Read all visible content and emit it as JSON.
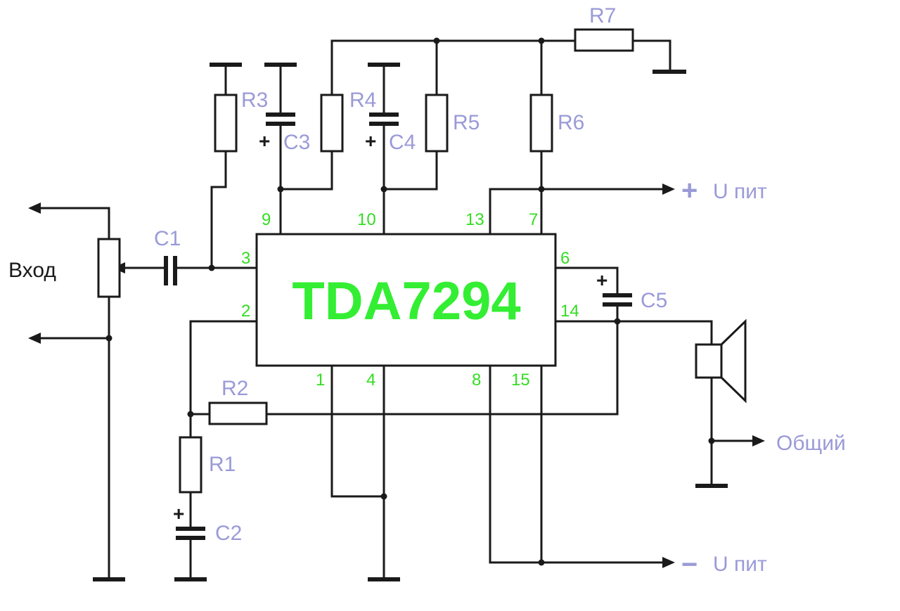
{
  "chip": {
    "name": "TDA7294",
    "color": "#33ee33"
  },
  "pins": {
    "p1": "1",
    "p2": "2",
    "p3": "3",
    "p4": "4",
    "p6": "6",
    "p7": "7",
    "p8": "8",
    "p9": "9",
    "p10": "10",
    "p13": "13",
    "p14": "14",
    "p15": "15"
  },
  "components": {
    "r1": "R1",
    "r2": "R2",
    "r3": "R3",
    "r4": "R4",
    "r5": "R5",
    "r6": "R6",
    "r7": "R7",
    "c1": "C1",
    "c2": "C2",
    "c3": "C3",
    "c4": "C4",
    "c5": "C5"
  },
  "polarity": "+",
  "labels": {
    "input": "Вход",
    "supply_pos_sign": "+",
    "supply_pos": "U пит",
    "supply_neg_sign": "−",
    "supply_neg": "U пит",
    "common": "Общий"
  },
  "colors": {
    "label": "#9a9ad8",
    "pin": "#33dd22",
    "wire": "#1a1a1a"
  }
}
